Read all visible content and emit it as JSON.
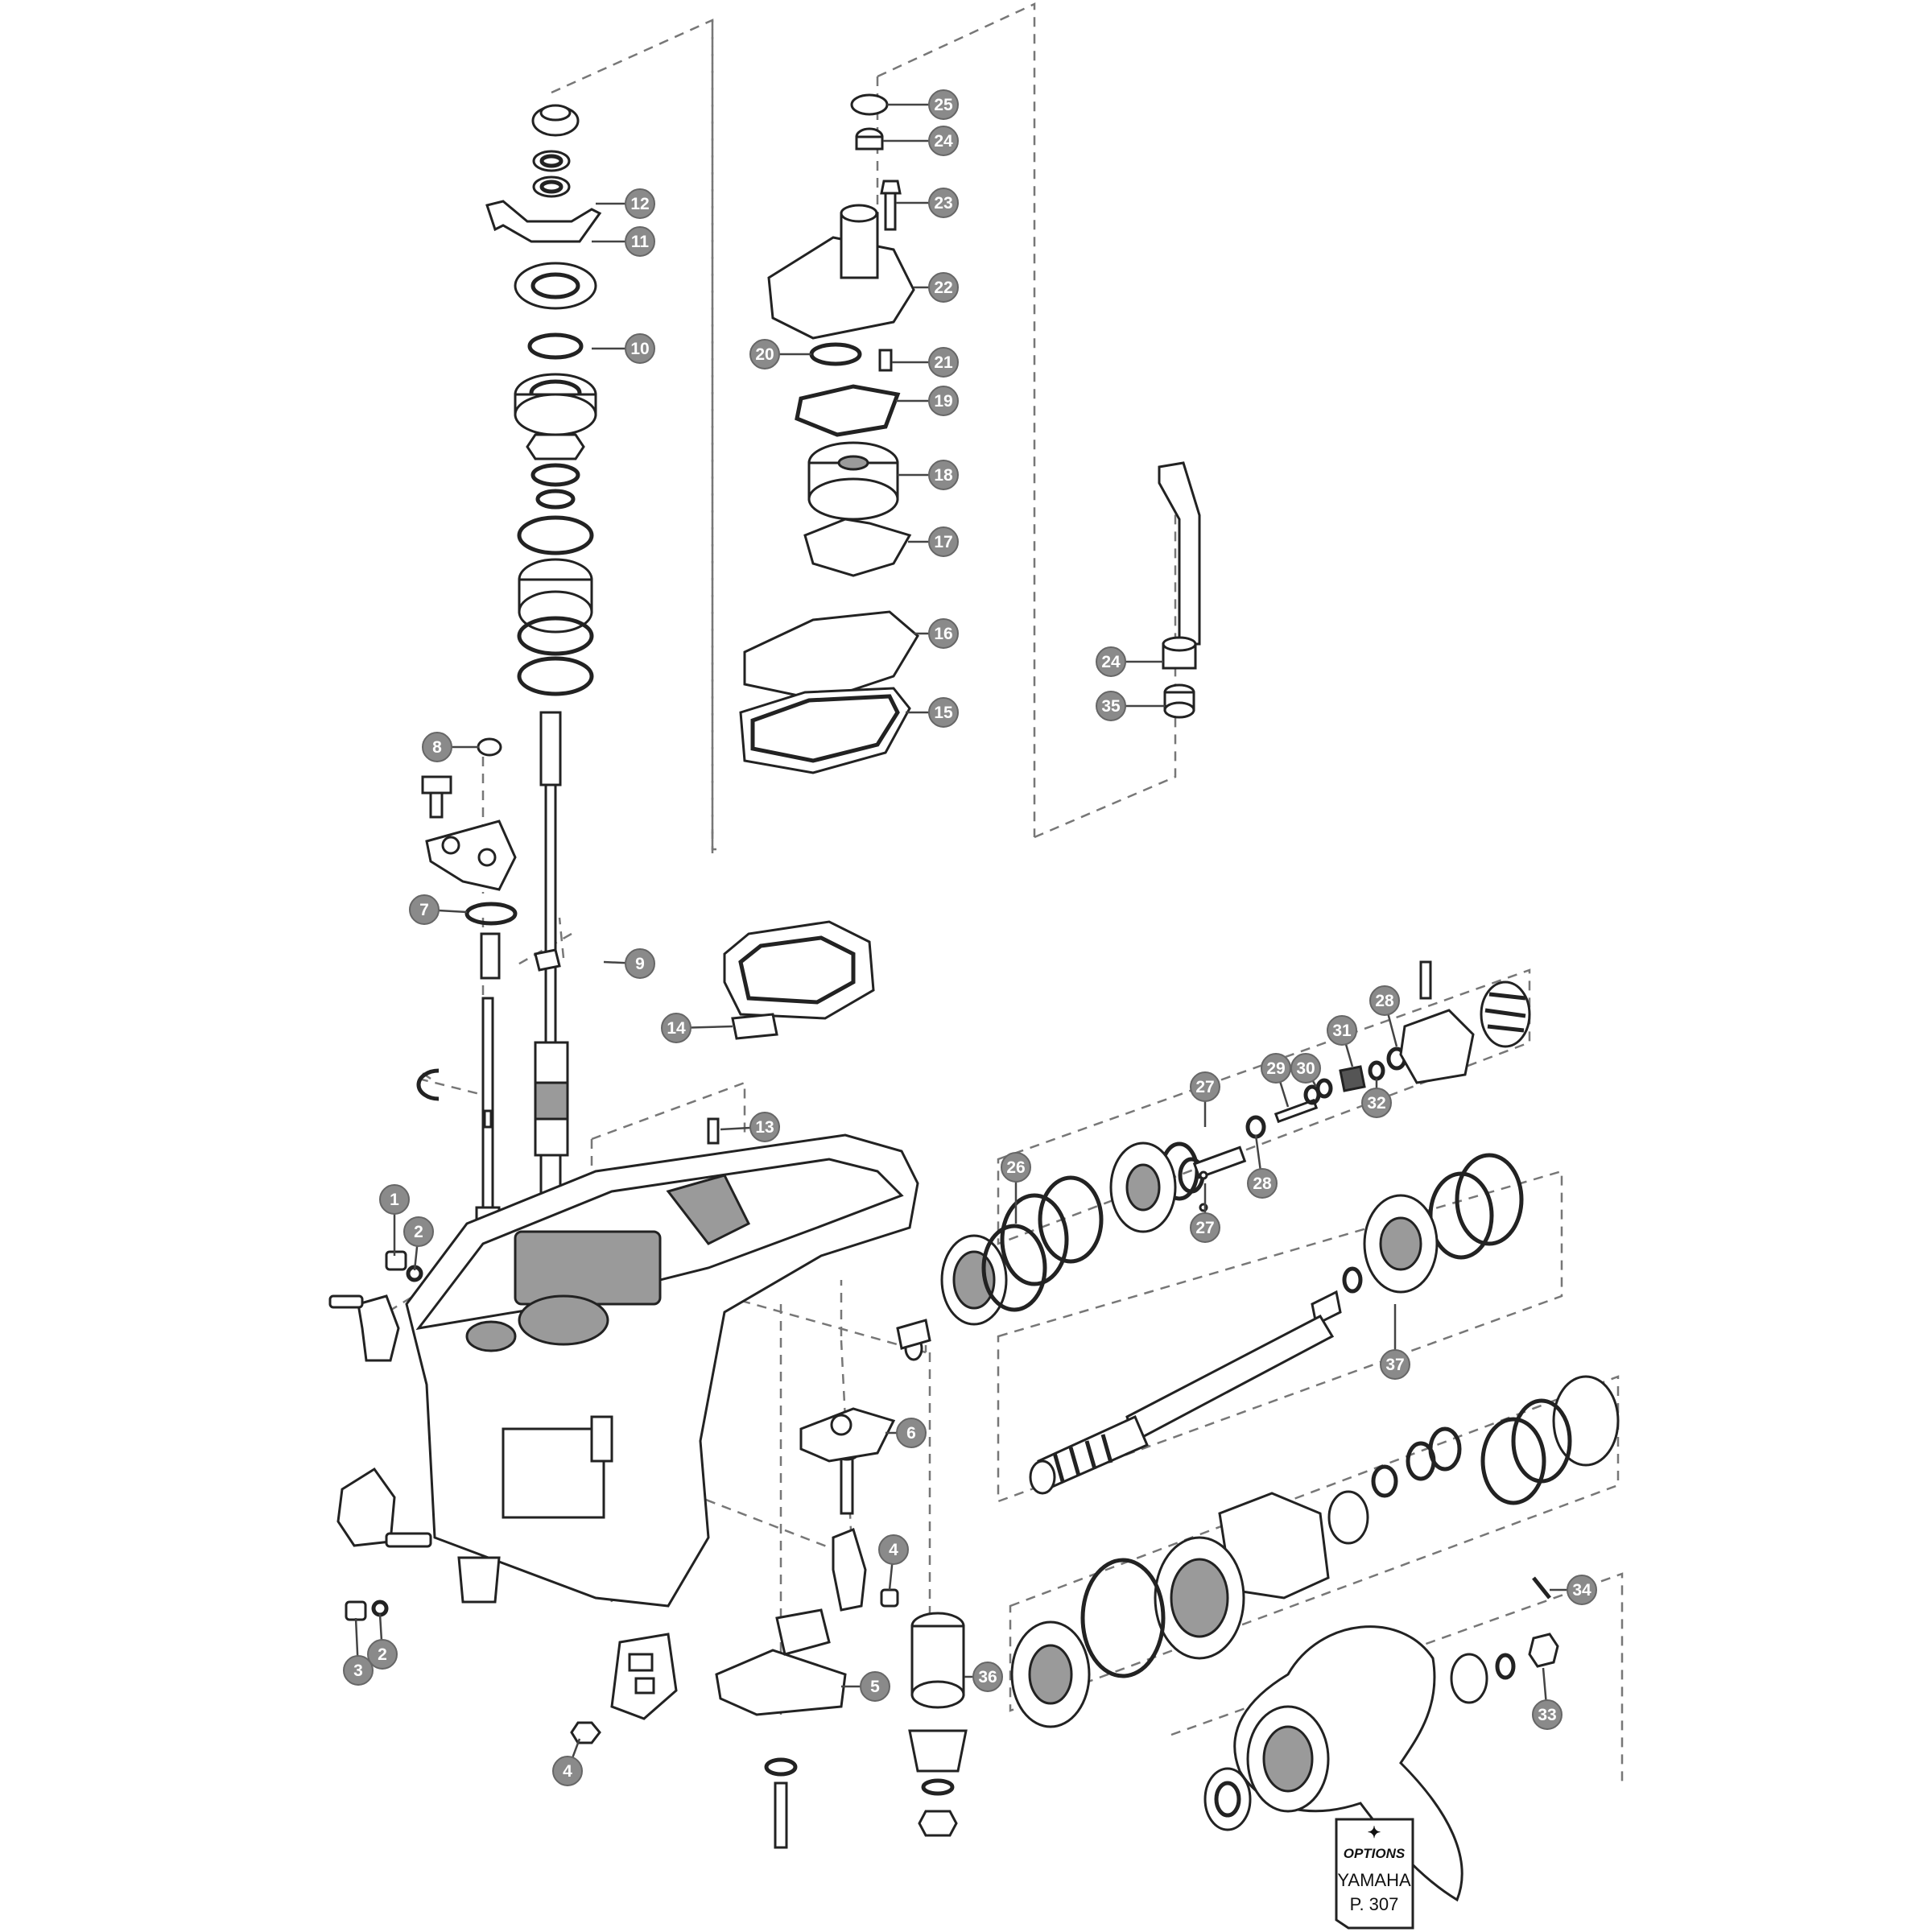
{
  "callouts": [
    {
      "id": "c1",
      "label": "1"
    },
    {
      "id": "c2a",
      "label": "2"
    },
    {
      "id": "c2b",
      "label": "2"
    },
    {
      "id": "c3",
      "label": "3"
    },
    {
      "id": "c4a",
      "label": "4"
    },
    {
      "id": "c4b",
      "label": "4"
    },
    {
      "id": "c5",
      "label": "5"
    },
    {
      "id": "c6",
      "label": "6"
    },
    {
      "id": "c7",
      "label": "7"
    },
    {
      "id": "c8",
      "label": "8"
    },
    {
      "id": "c9",
      "label": "9"
    },
    {
      "id": "c10",
      "label": "10"
    },
    {
      "id": "c11",
      "label": "11"
    },
    {
      "id": "c12",
      "label": "12"
    },
    {
      "id": "c13",
      "label": "13"
    },
    {
      "id": "c14",
      "label": "14"
    },
    {
      "id": "c15",
      "label": "15"
    },
    {
      "id": "c16",
      "label": "16"
    },
    {
      "id": "c17",
      "label": "17"
    },
    {
      "id": "c18",
      "label": "18"
    },
    {
      "id": "c19",
      "label": "19"
    },
    {
      "id": "c20",
      "label": "20"
    },
    {
      "id": "c21",
      "label": "21"
    },
    {
      "id": "c22",
      "label": "22"
    },
    {
      "id": "c23",
      "label": "23"
    },
    {
      "id": "c24a",
      "label": "24"
    },
    {
      "id": "c24b",
      "label": "24"
    },
    {
      "id": "c25",
      "label": "25"
    },
    {
      "id": "c26",
      "label": "26"
    },
    {
      "id": "c27a",
      "label": "27"
    },
    {
      "id": "c27b",
      "label": "27"
    },
    {
      "id": "c28a",
      "label": "28"
    },
    {
      "id": "c28b",
      "label": "28"
    },
    {
      "id": "c29",
      "label": "29"
    },
    {
      "id": "c30",
      "label": "30"
    },
    {
      "id": "c31",
      "label": "31"
    },
    {
      "id": "c32",
      "label": "32"
    },
    {
      "id": "c33",
      "label": "33"
    },
    {
      "id": "c34",
      "label": "34"
    },
    {
      "id": "c35",
      "label": "35"
    },
    {
      "id": "c36",
      "label": "36"
    },
    {
      "id": "c37",
      "label": "37"
    }
  ],
  "options_note": {
    "heading": "OPTIONS",
    "brand": "YAMAHA",
    "page_ref": "P. 307"
  }
}
